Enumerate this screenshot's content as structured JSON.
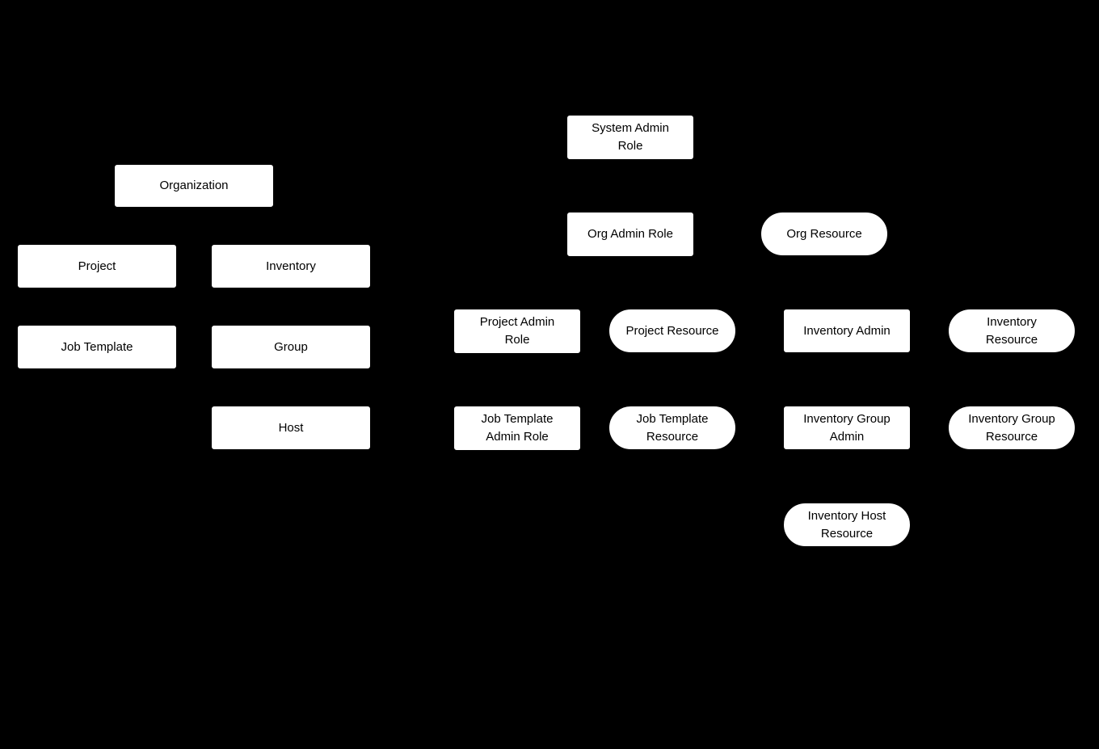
{
  "diagram": {
    "background_color": "#000000",
    "node_fill_color": "#ffffff",
    "node_text_color": "#000000",
    "nodes": {
      "organization": {
        "label": "Organization",
        "shape": "rect"
      },
      "project": {
        "label": "Project",
        "shape": "rect"
      },
      "inventory": {
        "label": "Inventory",
        "shape": "rect"
      },
      "job_template": {
        "label": "Job Template",
        "shape": "rect"
      },
      "group": {
        "label": "Group",
        "shape": "rect"
      },
      "host": {
        "label": "Host",
        "shape": "rect"
      },
      "system_admin_role": {
        "label": "System Admin\nRole",
        "shape": "rect"
      },
      "org_admin_role": {
        "label": "Org Admin Role",
        "shape": "rect"
      },
      "org_resource": {
        "label": "Org Resource",
        "shape": "stadium"
      },
      "project_admin_role": {
        "label": "Project Admin\nRole",
        "shape": "rect"
      },
      "project_resource": {
        "label": "Project Resource",
        "shape": "stadium"
      },
      "inventory_admin": {
        "label": "Inventory Admin",
        "shape": "rect"
      },
      "inventory_resource": {
        "label": "Inventory\nResource",
        "shape": "stadium"
      },
      "job_template_admin_role": {
        "label": "Job Template\nAdmin Role",
        "shape": "rect"
      },
      "job_template_resource": {
        "label": "Job Template\nResource",
        "shape": "stadium"
      },
      "inventory_group_admin": {
        "label": "Inventory Group\nAdmin",
        "shape": "rect"
      },
      "inventory_group_resource": {
        "label": "Inventory Group\nResource",
        "shape": "stadium"
      },
      "inventory_host_resource": {
        "label": "Inventory Host\nResource",
        "shape": "stadium"
      }
    }
  }
}
